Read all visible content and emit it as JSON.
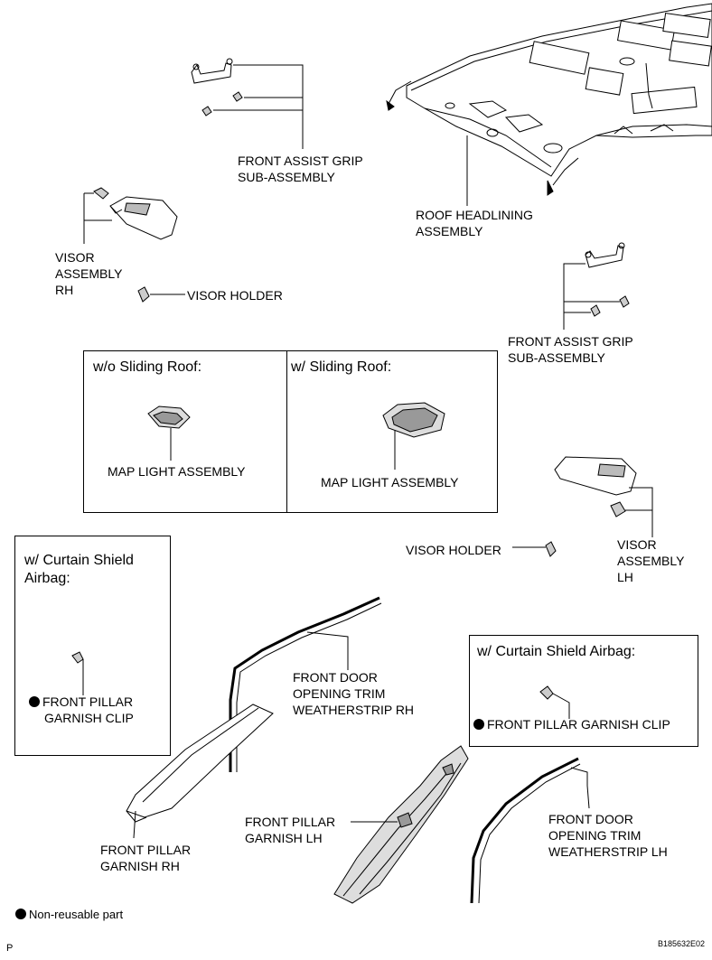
{
  "labels": {
    "front_assist_grip_top": [
      "FRONT ASSIST GRIP",
      "SUB-ASSEMBLY"
    ],
    "roof_headlining": [
      "ROOF HEADLINING",
      "ASSEMBLY"
    ],
    "visor_rh": [
      "VISOR",
      "ASSEMBLY",
      "RH"
    ],
    "visor_holder_left": "VISOR HOLDER",
    "front_assist_grip_right": [
      "FRONT ASSIST GRIP",
      "SUB-ASSEMBLY"
    ],
    "visor_holder_right": "VISOR HOLDER",
    "visor_lh": [
      "VISOR",
      "ASSEMBLY",
      "LH"
    ],
    "front_door_weatherstrip_rh": [
      "FRONT DOOR",
      "OPENING TRIM",
      "WEATHERSTRIP RH"
    ],
    "front_pillar_garnish_rh": [
      "FRONT PILLAR",
      "GARNISH RH"
    ],
    "front_pillar_garnish_lh": [
      "FRONT PILLAR",
      "GARNISH LH"
    ],
    "front_door_weatherstrip_lh": [
      "FRONT DOOR",
      "OPENING TRIM",
      "WEATHERSTRIP LH"
    ]
  },
  "map_light_box": {
    "left_title": "w/o Sliding Roof:",
    "left_label": "MAP LIGHT ASSEMBLY",
    "right_title": "w/ Sliding Roof:",
    "right_label": "MAP LIGHT ASSEMBLY"
  },
  "curtain_box_left": {
    "title": [
      "w/ Curtain Shield",
      "Airbag:"
    ],
    "label": [
      "FRONT PILLAR",
      "GARNISH CLIP"
    ]
  },
  "curtain_box_right": {
    "title": "w/ Curtain Shield Airbag:",
    "label": "FRONT PILLAR GARNISH CLIP"
  },
  "legend": "Non-reusable part",
  "footer": {
    "page_letter": "P",
    "figure_id": "B185632E02"
  }
}
